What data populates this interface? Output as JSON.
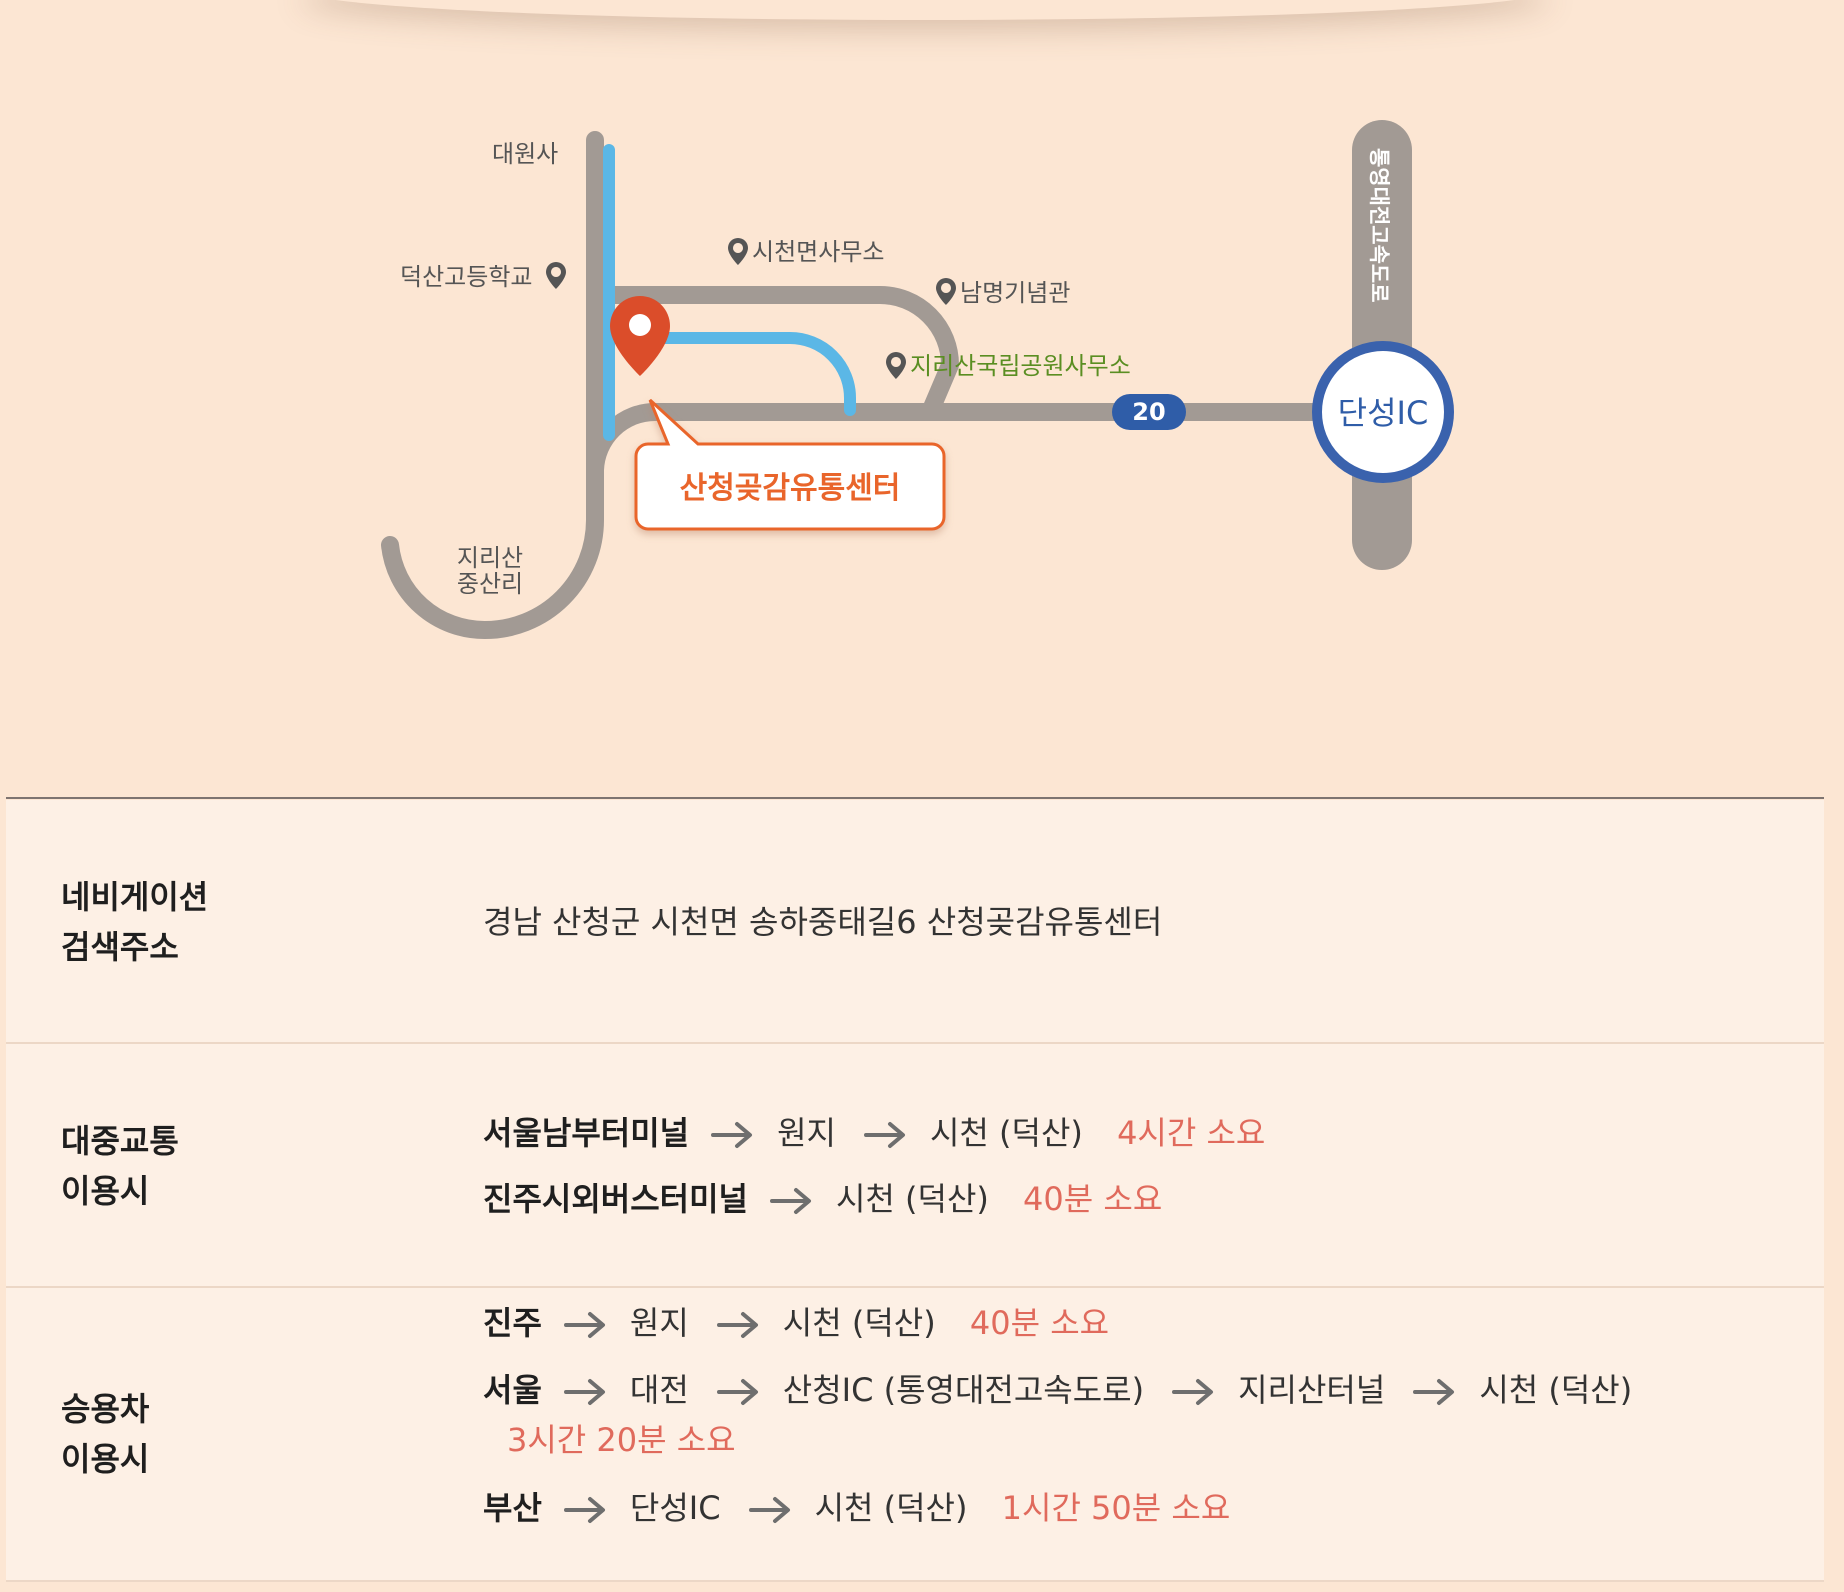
{
  "map": {
    "places": {
      "daewonsa": "대원사",
      "deoksan_high_school": "덕산고등학교",
      "sicheon_office": "시천면사무소",
      "nammyeong_memorial": "남명기념관",
      "jirisan_park_office": "지리산국립공원사무소",
      "jirisan_jungsanri_line1": "지리산",
      "jirisan_jungsanri_line2": "중산리"
    },
    "expressway": "통영대전고속도로",
    "route_badge": "20",
    "interchange": "단성IC",
    "destination_callout": "산청곶감유통센터",
    "colors": {
      "road": "#a29a94",
      "route_blue": "#5bb7e6",
      "marker": "#db4d2a",
      "ic_ring": "#3a62ad",
      "badge": "#2f5da8",
      "callout_border": "#e9652b",
      "callout_text": "#e9652b"
    },
    "icons": {
      "place_marker": "map-pin-icon",
      "destination_marker": "location-pin-icon"
    }
  },
  "navigation": {
    "label_line1": "네비게이션",
    "label_line2": "검색주소",
    "address": "경남 산청군 시천면 송하중태길6 산청곶감유통센터"
  },
  "public_transport": {
    "label_line1": "대중교통",
    "label_line2": "이용시",
    "routes": [
      {
        "start": "서울남부터미널",
        "stops": [
          "원지",
          "시천 (덕산)"
        ],
        "time": "4시간 소요"
      },
      {
        "start": "진주시외버스터미널",
        "stops": [
          "시천 (덕산)"
        ],
        "time": "40분 소요"
      }
    ]
  },
  "car": {
    "label_line1": "승용차",
    "label_line2": "이용시",
    "routes": [
      {
        "start": "진주",
        "stops": [
          "원지",
          "시천 (덕산)"
        ],
        "time": "40분 소요"
      },
      {
        "start": "서울",
        "stops": [
          "대전",
          "산청IC (통영대전고속도로)",
          "지리산터널",
          "시천 (덕산)"
        ],
        "time": "3시간 20분 소요"
      },
      {
        "start": "부산",
        "stops": [
          "단성IC",
          "시천 (덕산)"
        ],
        "time": "1시간 50분 소요"
      }
    ]
  },
  "colors": {
    "page_bg": "#fce6d3",
    "info_bg": "#fdf0e5",
    "time_text": "#e06a5c",
    "arrow": "#6e6e6e"
  }
}
